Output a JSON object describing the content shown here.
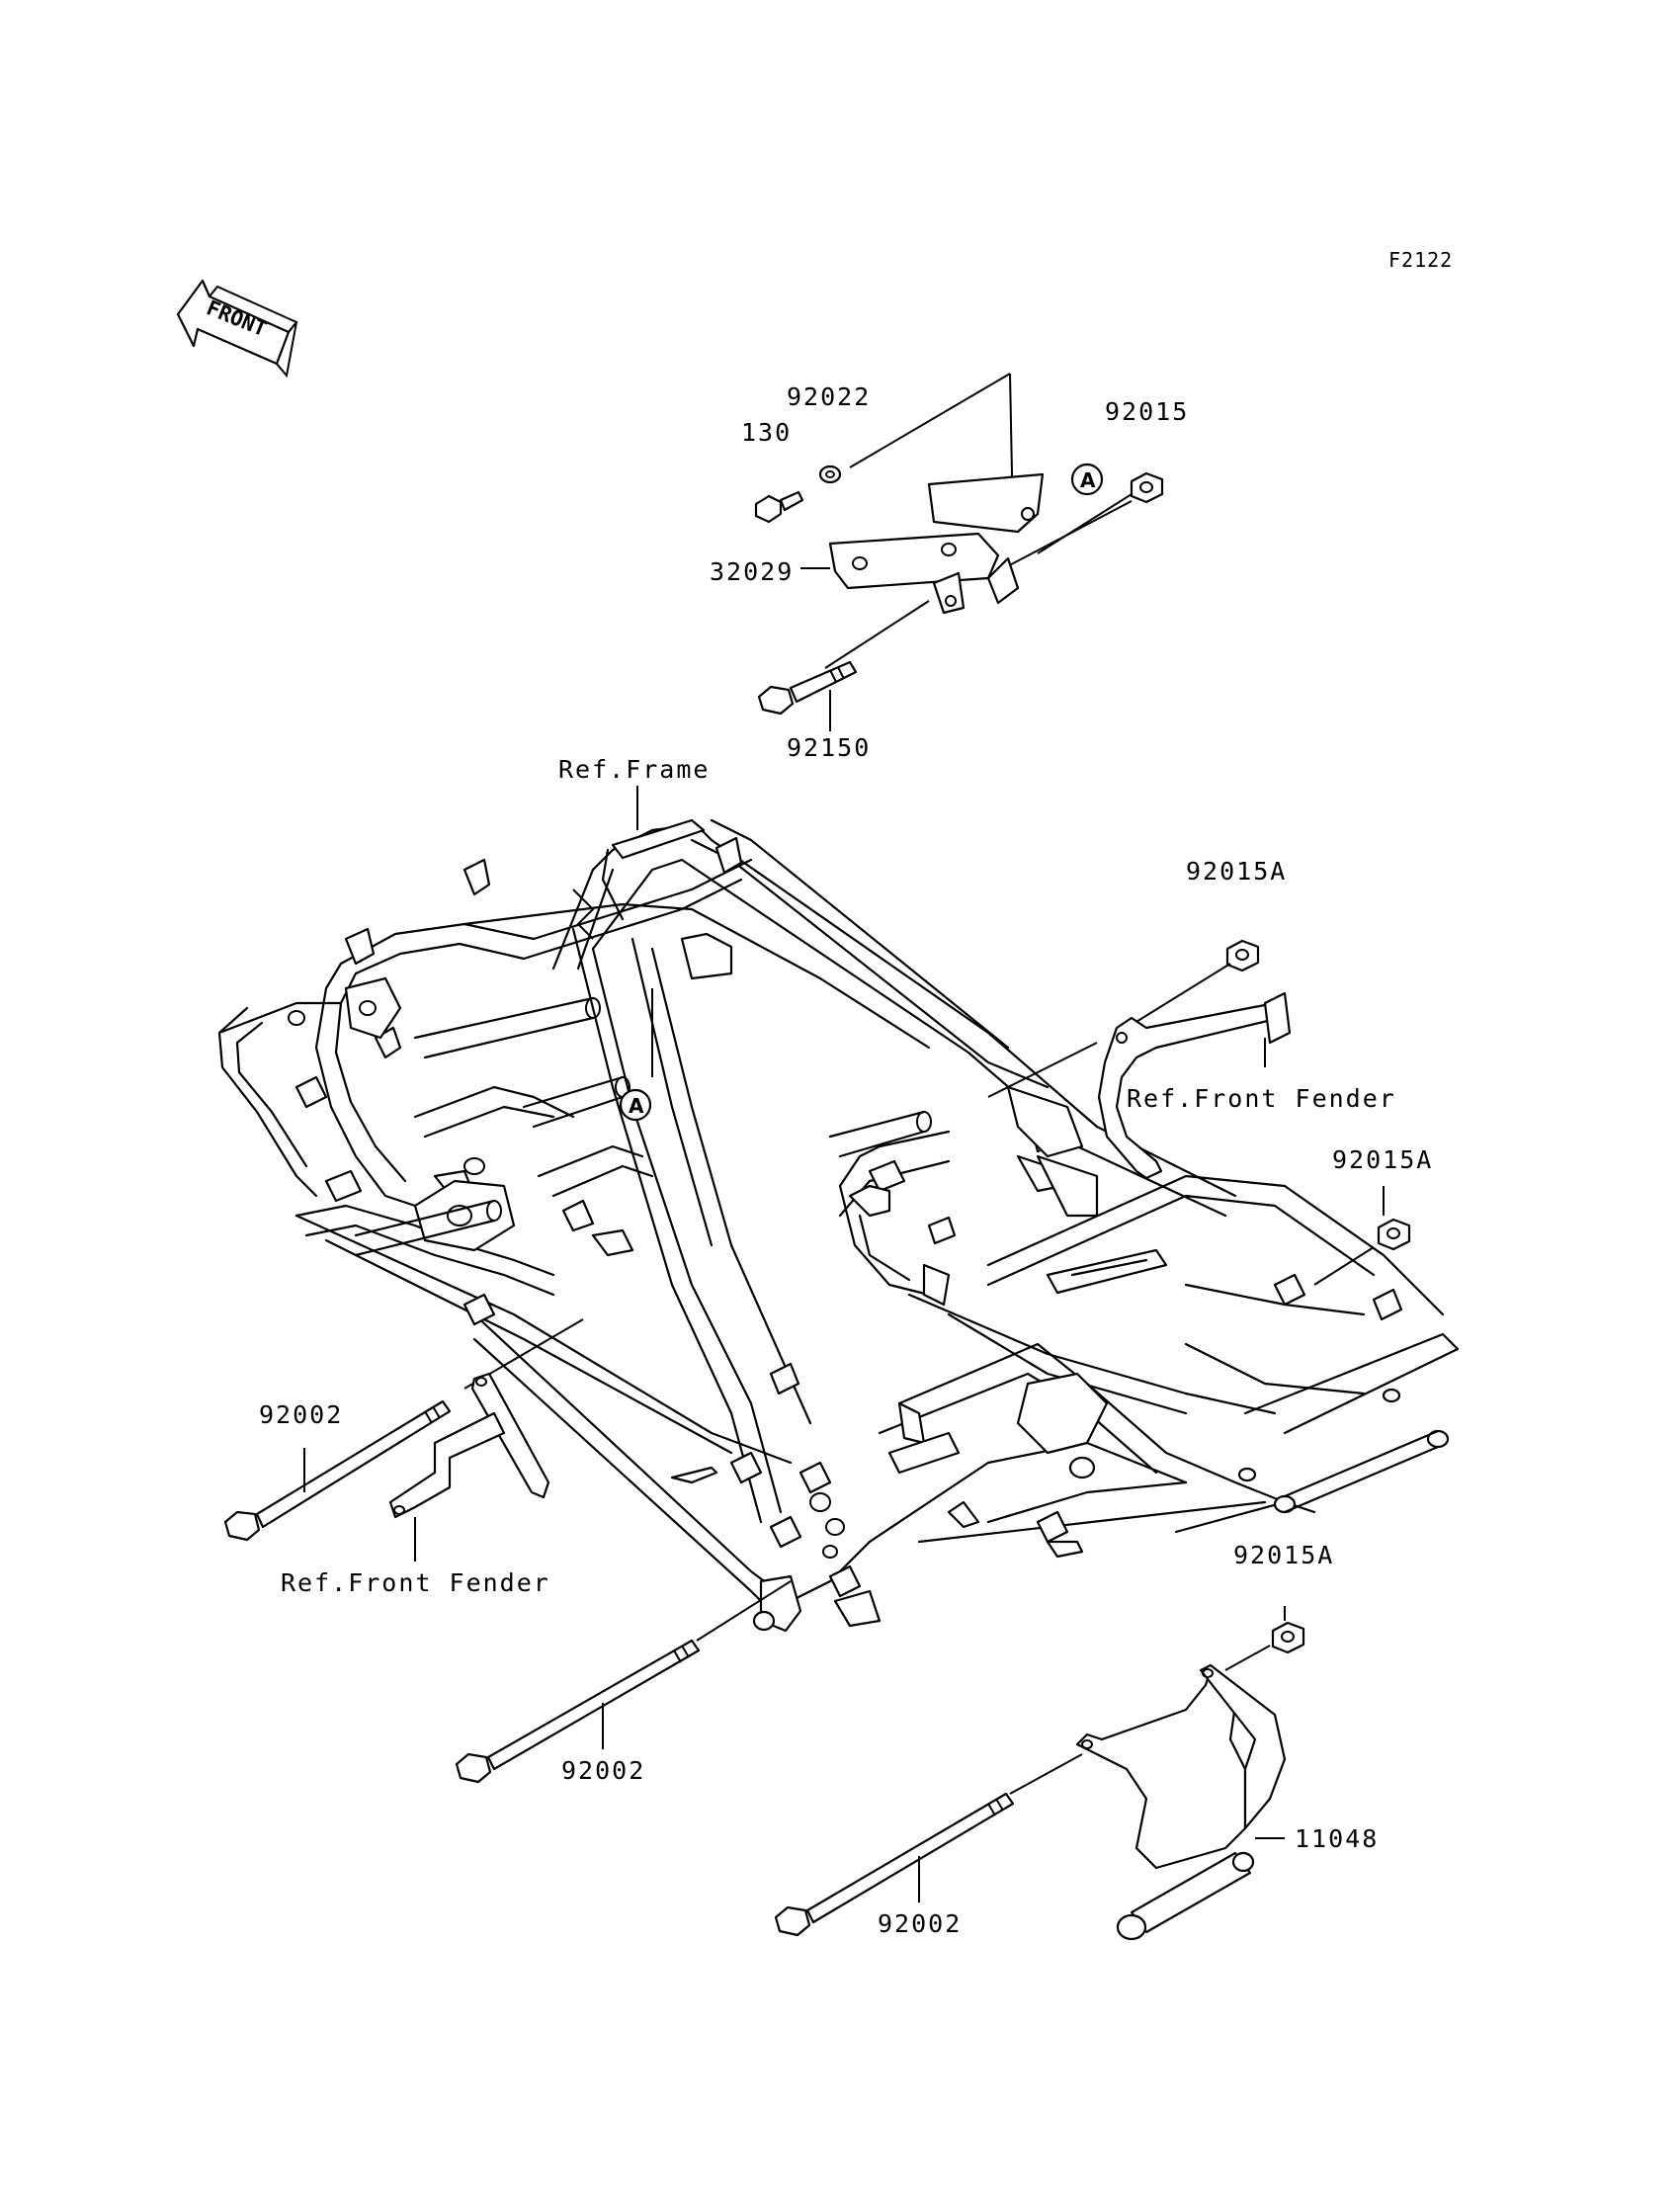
{
  "figure_code": "F2122",
  "front_arrow": "FRONT",
  "ref_mark": "A",
  "labels": {
    "p92022": "92022",
    "p130": "130",
    "p92015": "92015",
    "p32029": "32029",
    "p92150": "92150",
    "ref_frame": "Ref.Frame",
    "p92015a_1": "92015A",
    "ref_front_fender_1": "Ref.Front Fender",
    "p92015a_2": "92015A",
    "p92002_1": "92002",
    "ref_front_fender_2": "Ref.Front Fender",
    "p92015a_3": "92015A",
    "p92002_2": "92002",
    "p11048": "11048",
    "p92002_3": "92002"
  }
}
